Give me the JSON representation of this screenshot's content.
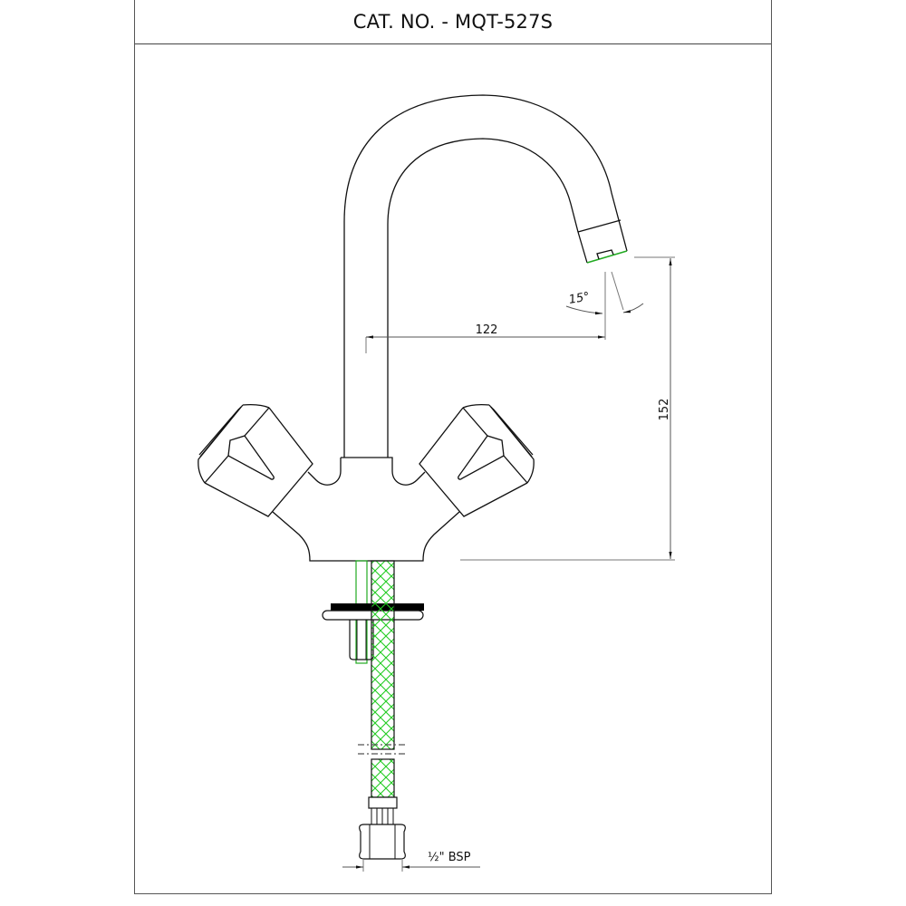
{
  "title": {
    "catalog_label": "CAT. NO. - MQT-527S"
  },
  "drawing": {
    "subject": "pillar tap with swan-neck spout and twin handles",
    "dimensions": {
      "spout_reach": "122",
      "height": "152",
      "spout_angle": "15°",
      "inlet_thread": "½\" BSP"
    },
    "colors": {
      "line": "#111111",
      "dimension_line": "#777777",
      "hose_braid": "#22cc22",
      "washer": "#000000",
      "border": "#555555"
    }
  }
}
